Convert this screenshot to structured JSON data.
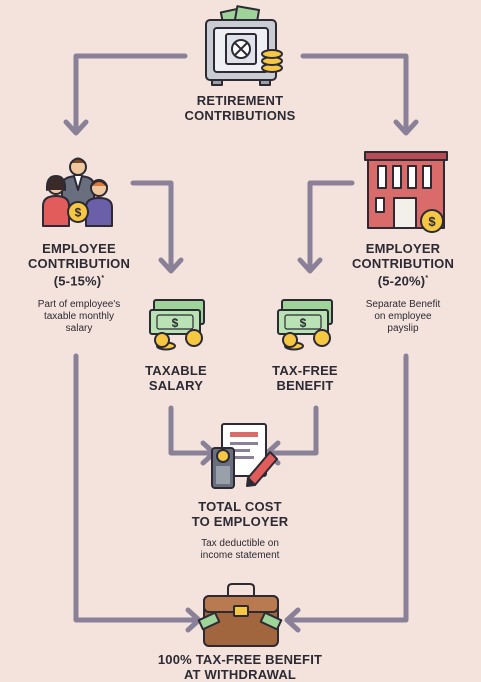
{
  "nodes": {
    "retirement": {
      "label_1": "RETIREMENT",
      "label_2": "CONTRIBUTIONS"
    },
    "employee": {
      "label_1": "EMPLOYEE",
      "label_2": "CONTRIBUTION",
      "label_3": "(5-15%)",
      "mark": "*",
      "desc_1": "Part of employee's",
      "desc_2": "taxable monthly",
      "desc_3": "salary"
    },
    "employer": {
      "label_1": "EMPLOYER",
      "label_2": "CONTRIBUTION",
      "label_3": "(5-20%)",
      "mark": "*",
      "desc_1": "Separate Benefit",
      "desc_2": "on employee",
      "desc_3": "payslip"
    },
    "taxable": {
      "label_1": "TAXABLE",
      "label_2": "SALARY"
    },
    "taxfree": {
      "label_1": "TAX-FREE",
      "label_2": "BENEFIT"
    },
    "total": {
      "label_1": "TOTAL COST",
      "label_2": "TO EMPLOYER",
      "desc_1": "Tax deductible on",
      "desc_2": "income statement"
    },
    "withdrawal": {
      "label_1": "100% TAX-FREE BENEFIT",
      "label_2": "AT WITHDRAWAL"
    }
  },
  "icons": {
    "safe": "safe-icon",
    "people": "employees-icon",
    "building": "office-building-icon",
    "cash_left": "money-stack-icon",
    "cash_right": "money-stack-icon",
    "bill": "invoice-payment-icon",
    "briefcase": "money-briefcase-icon"
  },
  "colors": {
    "background": "#f3e3dc",
    "arrow": "#8a8199",
    "outline": "#2d2a33",
    "money_green": "#9ed49a",
    "coin": "#f6c743",
    "brick": "#d96b6b",
    "brown": "#a2663f"
  }
}
